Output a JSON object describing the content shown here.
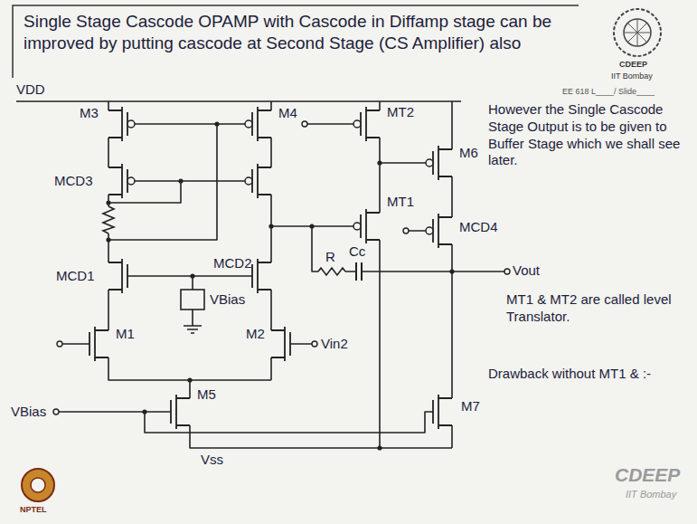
{
  "diagram": {
    "title": "Single Stage Cascode OPAMP with Cascode in Diffamp stage can be improved by putting cascode at Second Stage (CS Amplifier) also",
    "labels": [
      "CDEEP",
      "IIT Bombay",
      "EE 618 L____/ Slide____",
      "VDD",
      "M3",
      "M4",
      "MT2",
      "M6",
      "MCD3",
      "MT1",
      "MCD4",
      "R",
      "Cc",
      "Vout",
      "MCD1",
      "MCD2",
      "VBias",
      "M1",
      "M2",
      "Vin2",
      "VBias",
      "M5",
      "Vss",
      "M7",
      "However the Single Cascode Stage Output is to be given to Buffer Stage which we shall see later.",
      "MT1 & MT2 are called level Translator.",
      "Drawback without MT1 & :-",
      "NPTEL",
      "CDEEP",
      "IIT Bombay"
    ]
  }
}
